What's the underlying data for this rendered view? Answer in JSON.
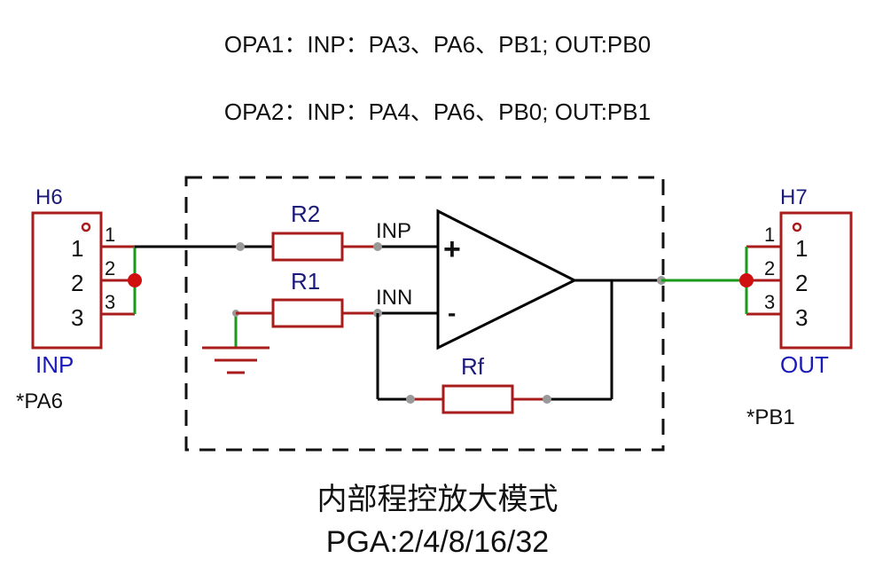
{
  "header": {
    "opa1": "OPA1：INP：PA3、PA6、PB1; OUT:PB0",
    "opa2": "OPA2：INP：PA4、PA6、PB0; OUT:PB1"
  },
  "diagram": {
    "left_header": {
      "ref": "H6",
      "pins": [
        "1",
        "2",
        "3"
      ],
      "pin_labels": [
        "1",
        "2",
        "3"
      ],
      "net_label": "INP",
      "note": "*PA6"
    },
    "right_header": {
      "ref": "H7",
      "pins": [
        "1",
        "2",
        "3"
      ],
      "pin_labels": [
        "1",
        "2",
        "3"
      ],
      "net_label": "OUT",
      "note": "*PB1"
    },
    "resistors": {
      "r2": "R2",
      "r1": "R1",
      "rf": "Rf"
    },
    "opamp": {
      "inp_label": "INP",
      "inn_label": "INN",
      "plus": "+",
      "minus": "-"
    }
  },
  "footer": {
    "mode": "内部程控放大模式",
    "pga": "PGA:2/4/8/16/32"
  },
  "colors": {
    "wire": "#000000",
    "component": "#a81c1c",
    "net_green": "#1a9a1a",
    "junction": "#d01010",
    "pin_dot": "#999999",
    "label_blue": "#1a1ab8",
    "ref_blue": "#1a1a7a"
  }
}
